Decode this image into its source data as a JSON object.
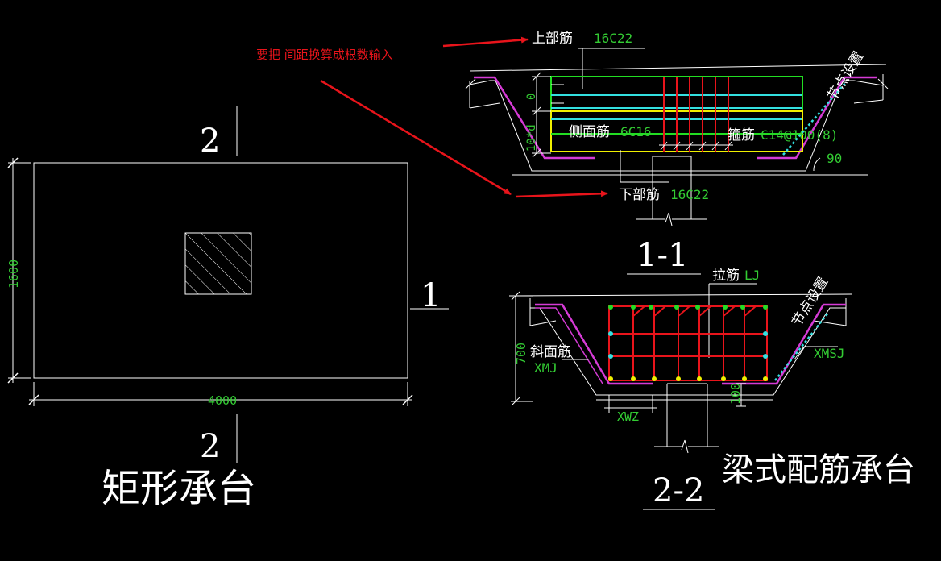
{
  "colors": {
    "background": "#000000",
    "line": "#ffffff",
    "dimension_text": "#33cc33",
    "annotation": "#e8141b",
    "magenta": "#d63bd6",
    "cyan": "#33e0e0",
    "yellow": "#f0f000",
    "green": "#22dd22"
  },
  "left_plan": {
    "section_mark_top": "2",
    "section_mark_bottom": "2",
    "section_mark_right": "1",
    "dim_width": "4000",
    "dim_height": "1600",
    "title": "矩形承台"
  },
  "section_1_1": {
    "label_top_bar": "上部筋",
    "value_top_bar": "16C22",
    "label_side_bar": "侧面筋",
    "value_side_bar": "6C16",
    "label_stirrup": "箍筋",
    "value_stirrup": "C14@100(8)",
    "label_bottom_bar": "下部筋",
    "value_bottom_bar": "16C22",
    "dim_zero": "0",
    "dim_10d": "10*d",
    "angle": "90",
    "node_setting": "节点设置",
    "section_title": "1-1"
  },
  "annotation": {
    "note": "要把 间距换算成根数输入"
  },
  "section_2_2": {
    "label_tie_bar": "拉筋",
    "value_tie_bar": "LJ",
    "label_slope_bar": "斜面筋",
    "value_slope_bar": "XMJ",
    "value_xmsj": "XMSJ",
    "value_xwz": "XWZ",
    "dim_700": "700",
    "dim_100": "100",
    "node_setting": "节点设置",
    "section_title": "2-2",
    "main_title": "梁式配筋承台"
  }
}
